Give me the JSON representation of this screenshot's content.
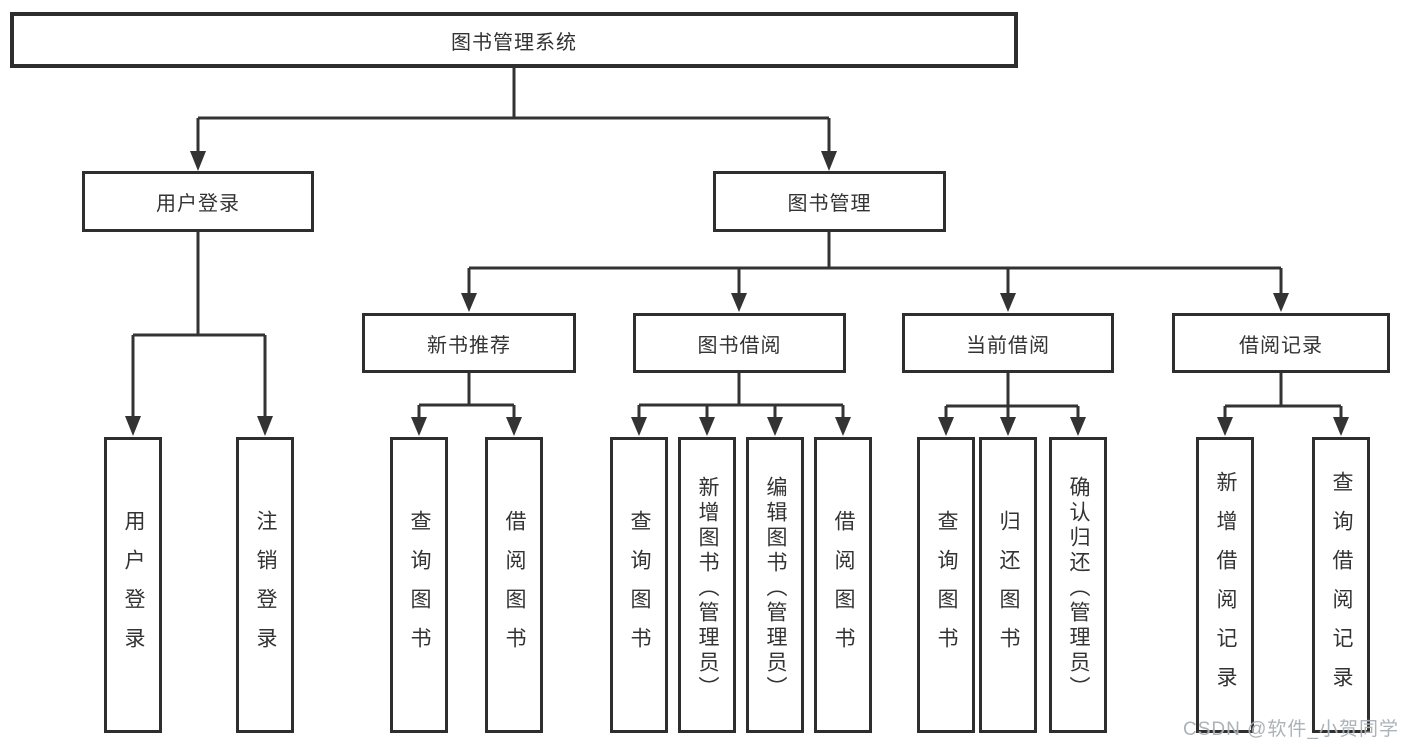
{
  "diagram": {
    "root": {
      "label": "图书管理系统"
    },
    "level2": [
      {
        "label": "用户登录"
      },
      {
        "label": "图书管理"
      }
    ],
    "level3": [
      {
        "label": "新书推荐"
      },
      {
        "label": "图书借阅"
      },
      {
        "label": "当前借阅"
      },
      {
        "label": "借阅记录"
      }
    ],
    "leaves": {
      "user_login": [
        {
          "label": "用户登录"
        },
        {
          "label": "注销登录"
        }
      ],
      "new_book": [
        {
          "label": "查询图书"
        },
        {
          "label": "借阅图书"
        }
      ],
      "book_borrow": [
        {
          "label": "查询图书"
        },
        {
          "label": "新增图书（管理员）"
        },
        {
          "label": "编辑图书（管理员）"
        },
        {
          "label": "借阅图书"
        }
      ],
      "current_borrow": [
        {
          "label": "查询图书"
        },
        {
          "label": "归还图书"
        },
        {
          "label": "确认归还（管理员）"
        }
      ],
      "borrow_records": [
        {
          "label": "新增借阅记录"
        },
        {
          "label": "查询借阅记录"
        }
      ]
    }
  },
  "watermark": {
    "text": "CSDN @软件_小贺同学"
  },
  "colors": {
    "line": "#333333",
    "box_border": "#2e2e2e",
    "text": "#333333",
    "watermark": "#a5acb2"
  }
}
